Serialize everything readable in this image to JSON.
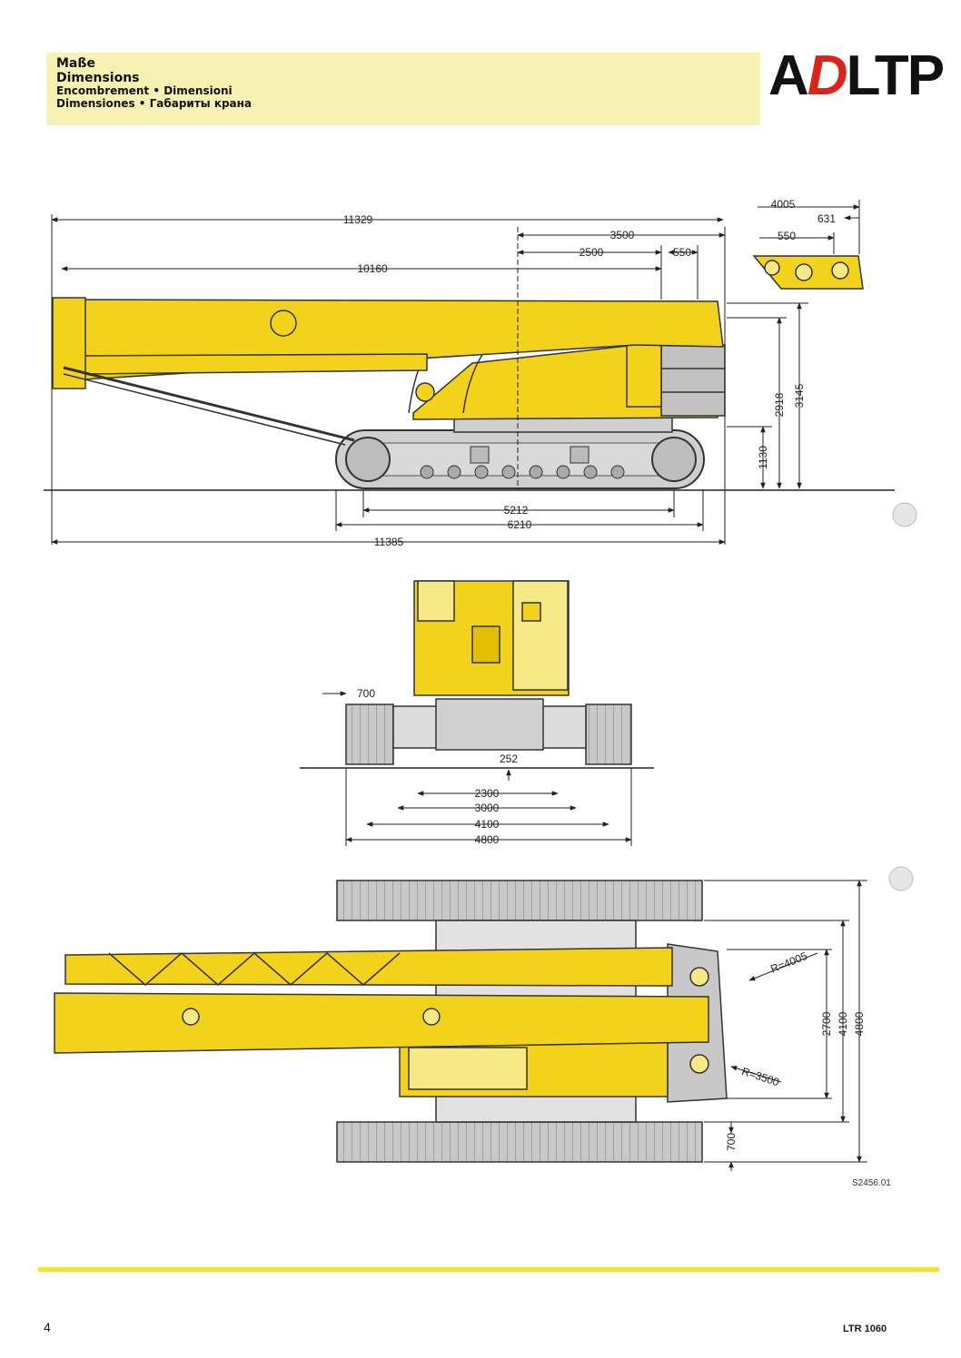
{
  "header": {
    "title_de": "Maße",
    "title_en": "Dimensions",
    "title_fr_it": "Encombrement • Dimensioni",
    "title_es_ru": "Dimensiones • Габариты крана"
  },
  "logo": {
    "letter_a": "A",
    "letter_d": "D",
    "letters_ltp": "LTP"
  },
  "side_view": {
    "dims": {
      "boom_overall": "11329",
      "boom_to_axis": "10160",
      "rear_radius": "3500",
      "rear_2500": "2500",
      "rear_550": "550",
      "top_height": "3145",
      "cab_height": "2918",
      "track_height": "1130",
      "track_contact": "5212",
      "track_length": "6210",
      "overall_length": "11385"
    },
    "counterweight_dims": {
      "total": "4005",
      "part_631": "631",
      "part_550": "550"
    }
  },
  "rear_view": {
    "dims": {
      "track_shoe": "700",
      "ground_clearance": "252",
      "gauge_min": "2300",
      "gauge_mid": "3000",
      "gauge_max": "4100",
      "overall_width": "4800"
    }
  },
  "top_view": {
    "dims": {
      "radius_outer": "R=4005",
      "radius_inner": "R=3500",
      "width_2700": "2700",
      "width_4100": "4100",
      "width_4800": "4800",
      "shoe_700": "700"
    }
  },
  "footer": {
    "ref_code": "S2456.01",
    "page_number": "4",
    "model": "LTR 1060"
  },
  "colors": {
    "crane_yellow": "#f2d21b",
    "track_grey": "#bdbdbd",
    "header_band": "#f7f2b4",
    "footer_rule": "#f4e33a",
    "logo_red": "#d9241b"
  }
}
